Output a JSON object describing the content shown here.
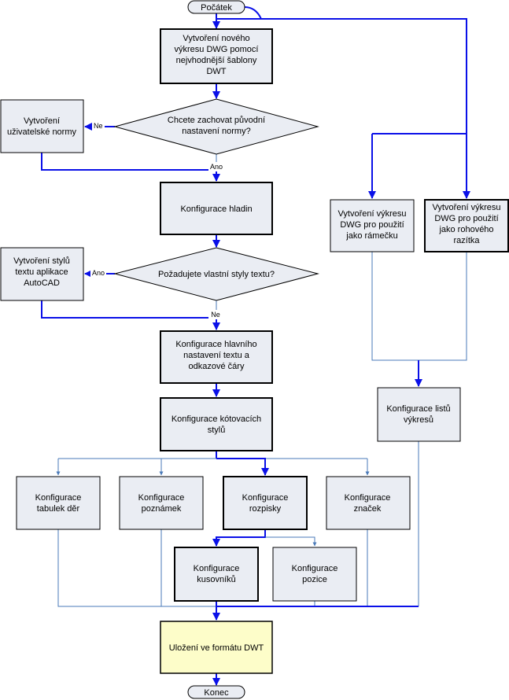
{
  "nodes": {
    "start": "Počátek",
    "new_drawing": [
      "Vytvoření nového",
      "výkresu DWG pomocí",
      "nejvhodnější šablony",
      "DWT"
    ],
    "q_keep_settings": [
      "Chcete zachovat původní",
      "nastavení normy?"
    ],
    "user_standard": [
      "Vytvoření",
      "uživatelské normy"
    ],
    "layers": [
      "Konfigurace hladin"
    ],
    "q_text_styles": [
      "Požadujete vlastní styly textu?"
    ],
    "text_styles": [
      "Vytvoření stylů",
      "textu aplikace",
      "AutoCAD"
    ],
    "main_text": [
      "Konfigurace hlavního",
      "nastavení textu a",
      "odkazové čáry"
    ],
    "dim_styles": [
      "Konfigurace kótovacích",
      "stylů"
    ],
    "hole_tables": [
      "Konfigurace",
      "tabulek děr"
    ],
    "notes": [
      "Konfigurace",
      "poznámek"
    ],
    "parts_list": [
      "Konfigurace",
      "rozpisky"
    ],
    "symbols": [
      "Konfigurace",
      "značek"
    ],
    "bom": [
      "Konfigurace",
      "kusovníků"
    ],
    "balloons": [
      "Konfigurace",
      "pozice"
    ],
    "frame_drawing": [
      "Vytvoření výkresu",
      "DWG pro použití",
      "jako rámečku"
    ],
    "title_block_drawing": [
      "Vytvoření výkresu",
      "DWG pro použití",
      "jako rohového",
      "razítka"
    ],
    "sheets": [
      "Konfigurace listů",
      "výkresů"
    ],
    "save_dwt": [
      "Uložení ve formátu DWT"
    ],
    "end": "Konec"
  },
  "labels": {
    "ne_1": "Ne",
    "ano_1": "Ano",
    "ano_2": "Ano",
    "ne_2": "Ne"
  },
  "colors": {
    "bold_connector": "#0a10e8",
    "thin_connector": "#4a7ab8",
    "box_fill": "#eaedf3",
    "save_fill": "#fdfdc9"
  }
}
